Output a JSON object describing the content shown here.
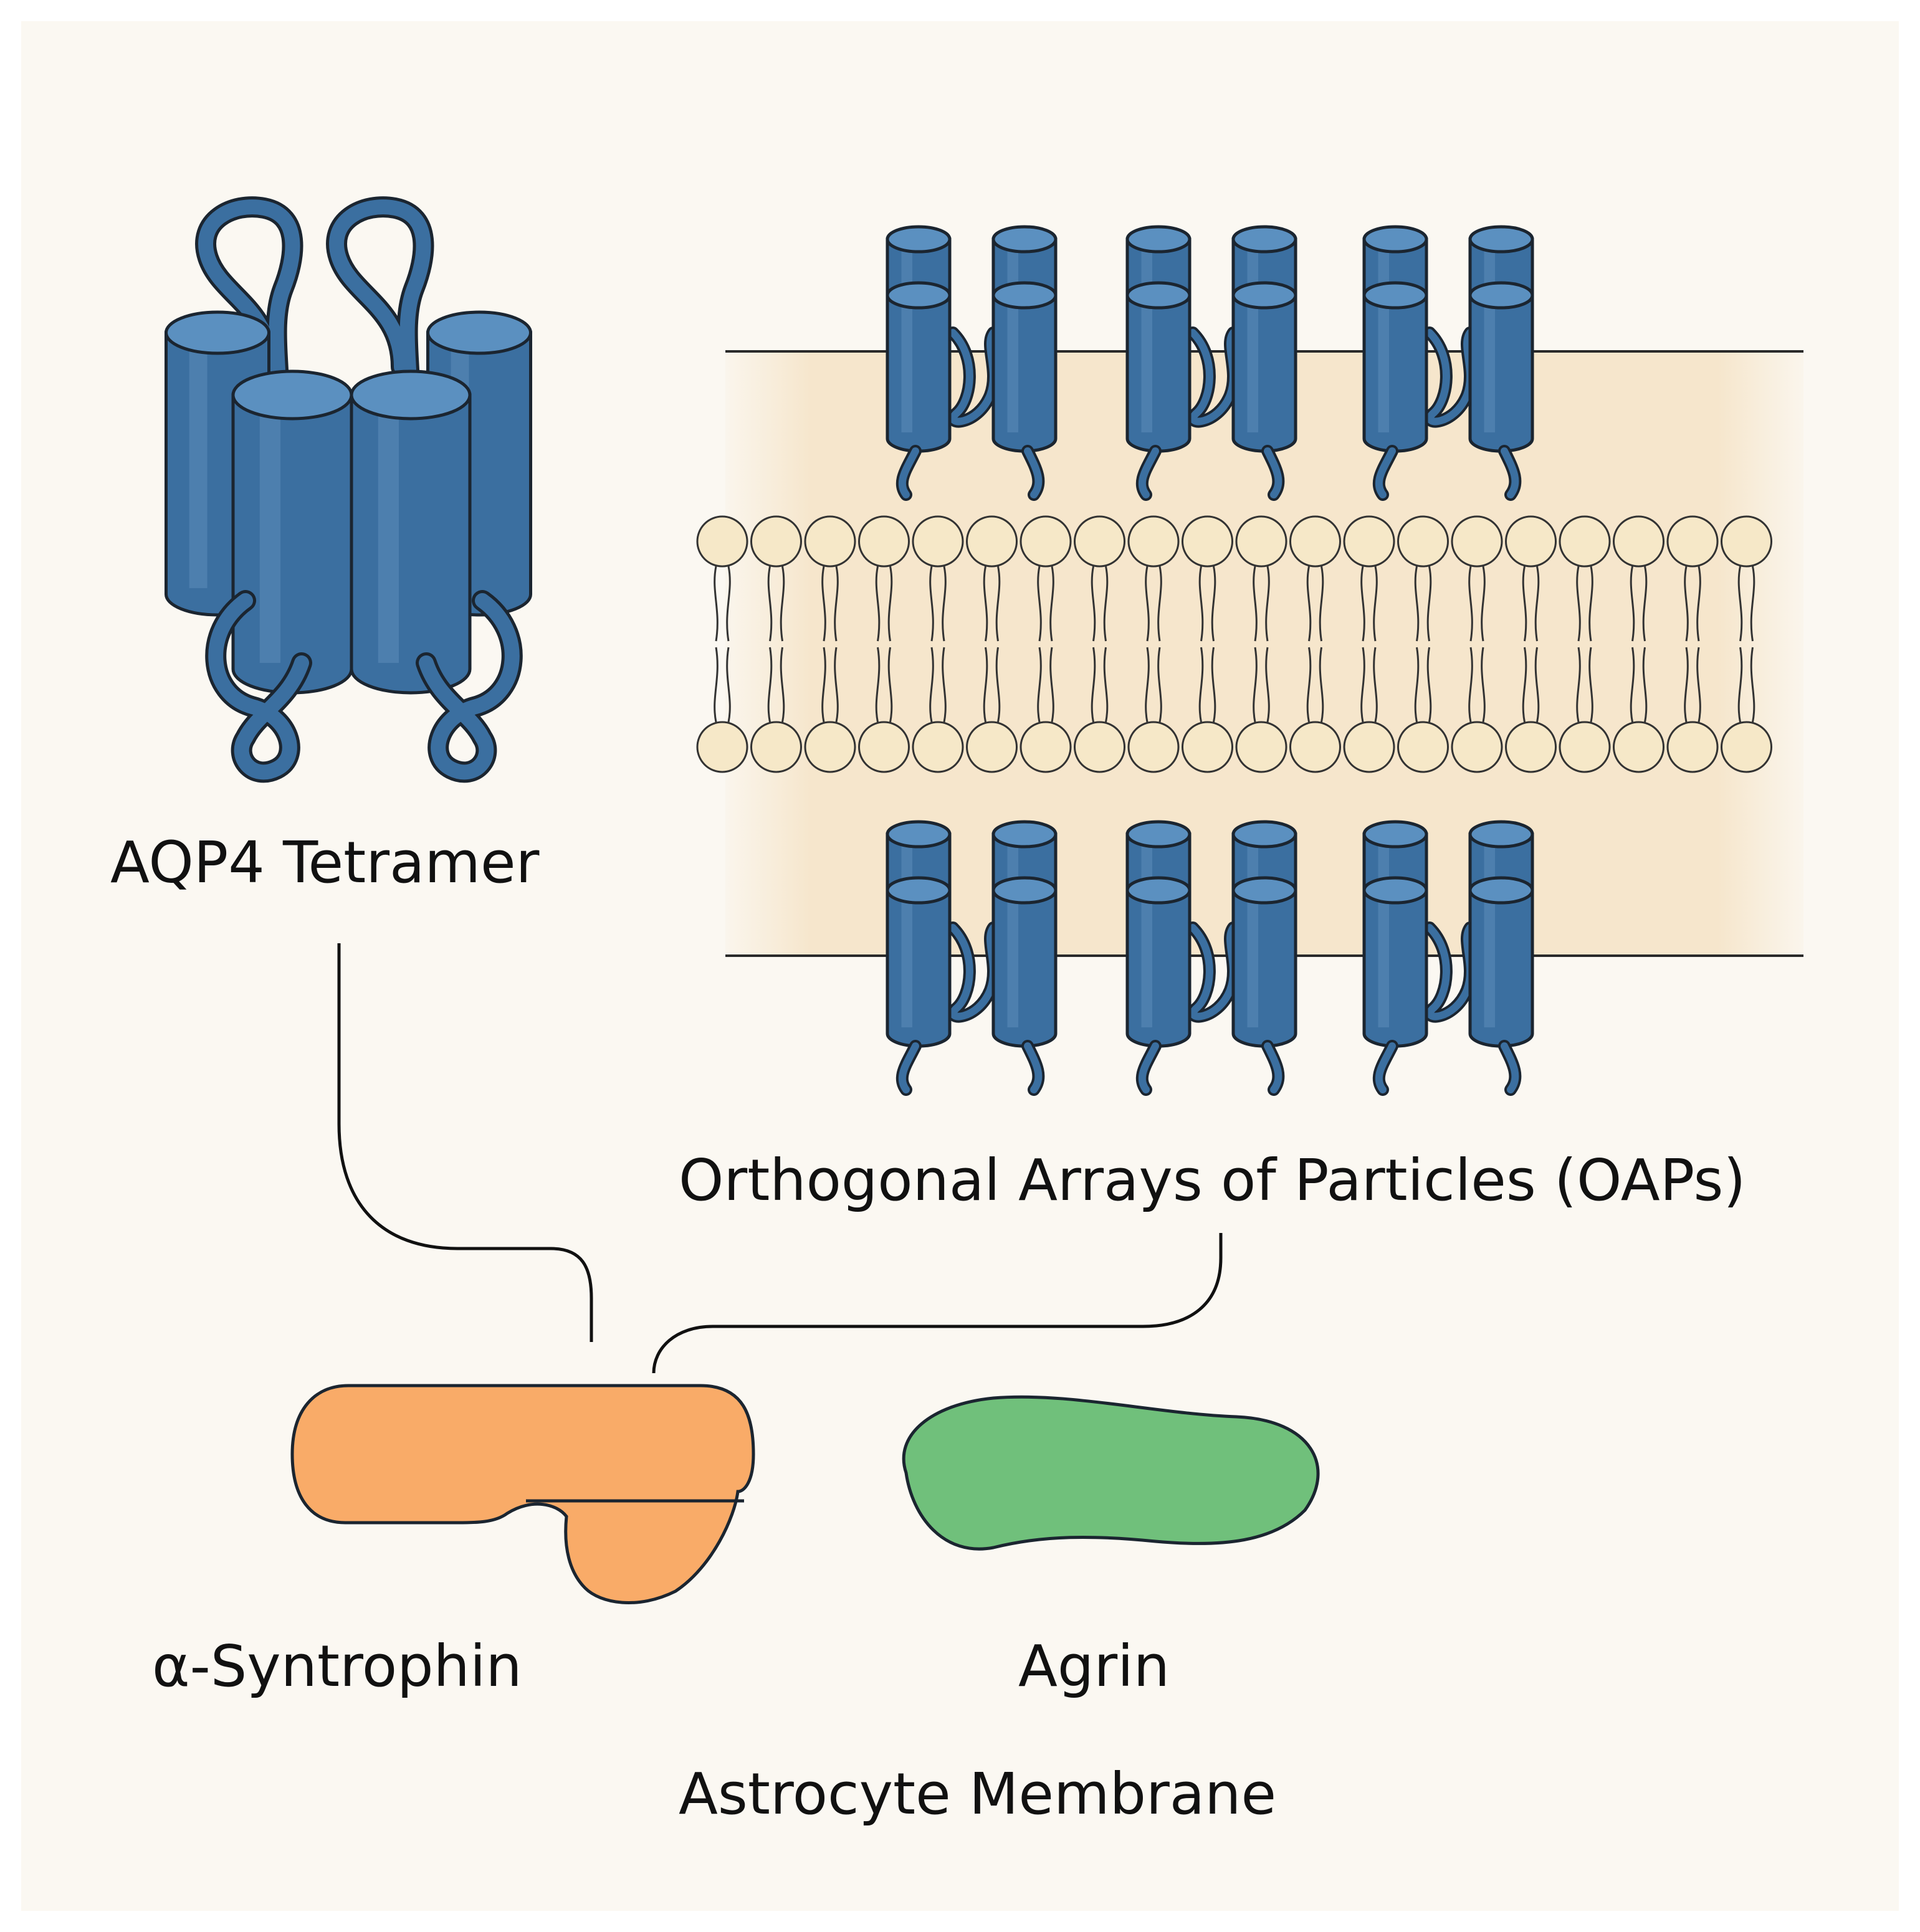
{
  "labels": {
    "tetramer": "AQP4 Tetramer",
    "oaps": "Orthogonal Arrays of Particles (OAPs)",
    "syntrophin": "α-Syntrophin",
    "agrin": "Agrin",
    "membrane": "Astrocyte Membrane"
  },
  "colors": {
    "background": "#fbf8f2",
    "protein_blue": "#3b6fa0",
    "protein_top": "#5b90c0",
    "lipid_head": "#f6e8c8",
    "membrane_band": "#f6e6cc",
    "syntrophin": "#f9ab68",
    "agrin": "#70c07b",
    "outline": "#1b2530"
  },
  "oap_rows": [
    {
      "name": "top-row",
      "clusters": 3
    },
    {
      "name": "bottom-row",
      "clusters": 3
    }
  ],
  "bilayer": {
    "lipids_per_leaflet": 20
  }
}
